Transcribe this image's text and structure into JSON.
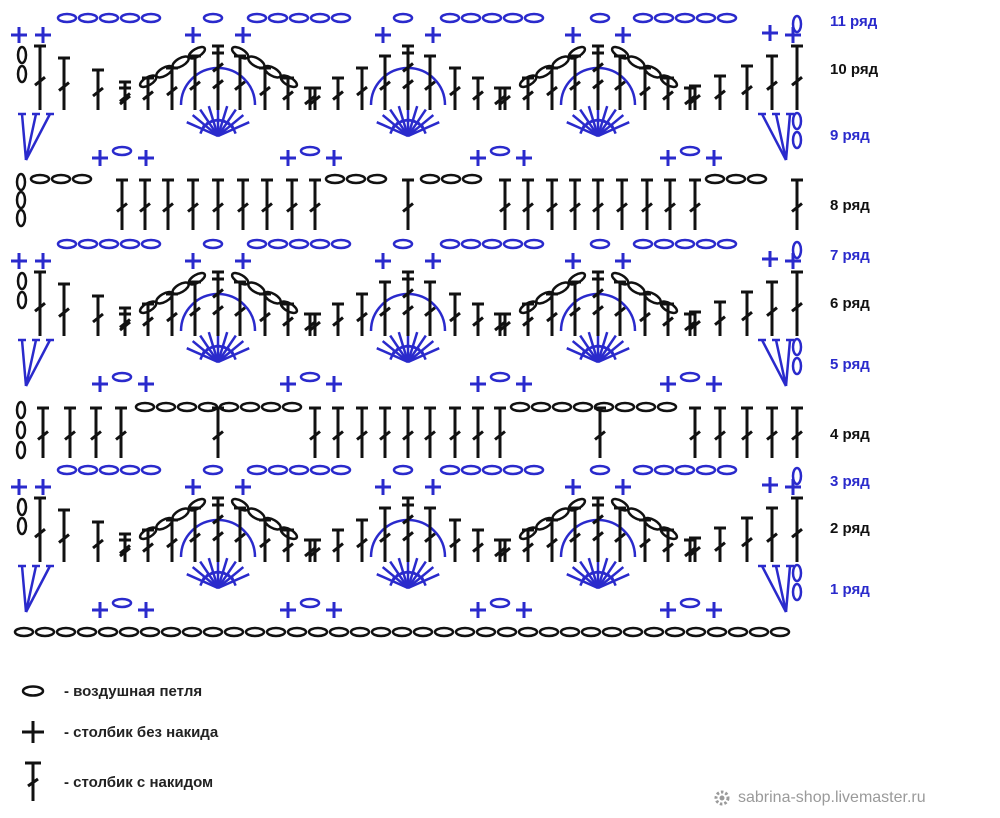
{
  "rows": [
    {
      "label": "11 ряд",
      "color": "#2a2acc"
    },
    {
      "label": "10 ряд",
      "color": "#111111"
    },
    {
      "label": "9 ряд",
      "color": "#2a2acc"
    },
    {
      "label": "8 ряд",
      "color": "#111111"
    },
    {
      "label": "7 ряд",
      "color": "#2a2acc"
    },
    {
      "label": "6 ряд",
      "color": "#111111"
    },
    {
      "label": "5 ряд",
      "color": "#2a2acc"
    },
    {
      "label": "4 ряд",
      "color": "#111111"
    },
    {
      "label": "3 ряд",
      "color": "#2a2acc"
    },
    {
      "label": "2 ряд",
      "color": "#111111"
    },
    {
      "label": "1 ряд",
      "color": "#2a2acc"
    }
  ],
  "legend": {
    "chain": "- воздушная петля",
    "single_crochet": "- столбик без накида",
    "double_crochet": "- столбик с накидом"
  },
  "watermark": "sabrina-shop.livemaster.ru",
  "colors": {
    "odd_rows": "#2a2acc",
    "even_rows": "#111111",
    "watermark": "#9a9a9a"
  }
}
